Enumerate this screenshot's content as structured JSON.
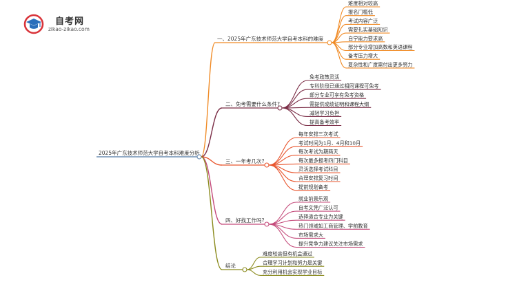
{
  "logo": {
    "title": "自考网",
    "subtitle": "zikao-zikao.com"
  },
  "colors": {
    "root": "#6f8fb3",
    "branches": [
      "#f08a24",
      "#7a2c45",
      "#e8542c",
      "#c44a7a",
      "#8a8a1c"
    ]
  },
  "mindmap": {
    "root": "2025年广东技术师范大学自考本科难度分析",
    "branches": [
      {
        "label": "一、2025年广东技术师范大学自考本科的难度",
        "items": [
          "难度相对较高",
          "报名门槛低",
          "考试内容广泛",
          "需要扎实基础知识",
          "自学能力要求高",
          "部分专业增加高数和英语课程",
          "备考压力增大",
          "复杂性和广度需付出更多努力"
        ]
      },
      {
        "label": "二、免考需要什么条件?",
        "items": [
          "免考政策灵活",
          "专科阶段已通过相同课程可免考",
          "部分专业可享有免考资格",
          "需提供成绩证明和课程大纲",
          "减轻学习负担",
          "提高备考效率"
        ]
      },
      {
        "label": "三、一年考几次?",
        "items": [
          "每年安排三次考试",
          "考试时间为1月、4月和10月",
          "每次考试为期两天",
          "每次最多报考四门科目",
          "灵活选择考试科目",
          "合理安排复习时间",
          "提前规划备考"
        ]
      },
      {
        "label": "四、好找工作吗?",
        "items": [
          "就业前景乐观",
          "自考文凭广泛认可",
          "选择适合专业为关键",
          "热门领域如工商管理、学前教育",
          "市场需求大",
          "提升竞争力建议关注市场需求"
        ]
      },
      {
        "label": "结论",
        "items": [
          "难度较高但有机会通过",
          "合理学习计划和努力是关键",
          "充分利用机会实现学业目标"
        ]
      }
    ]
  }
}
